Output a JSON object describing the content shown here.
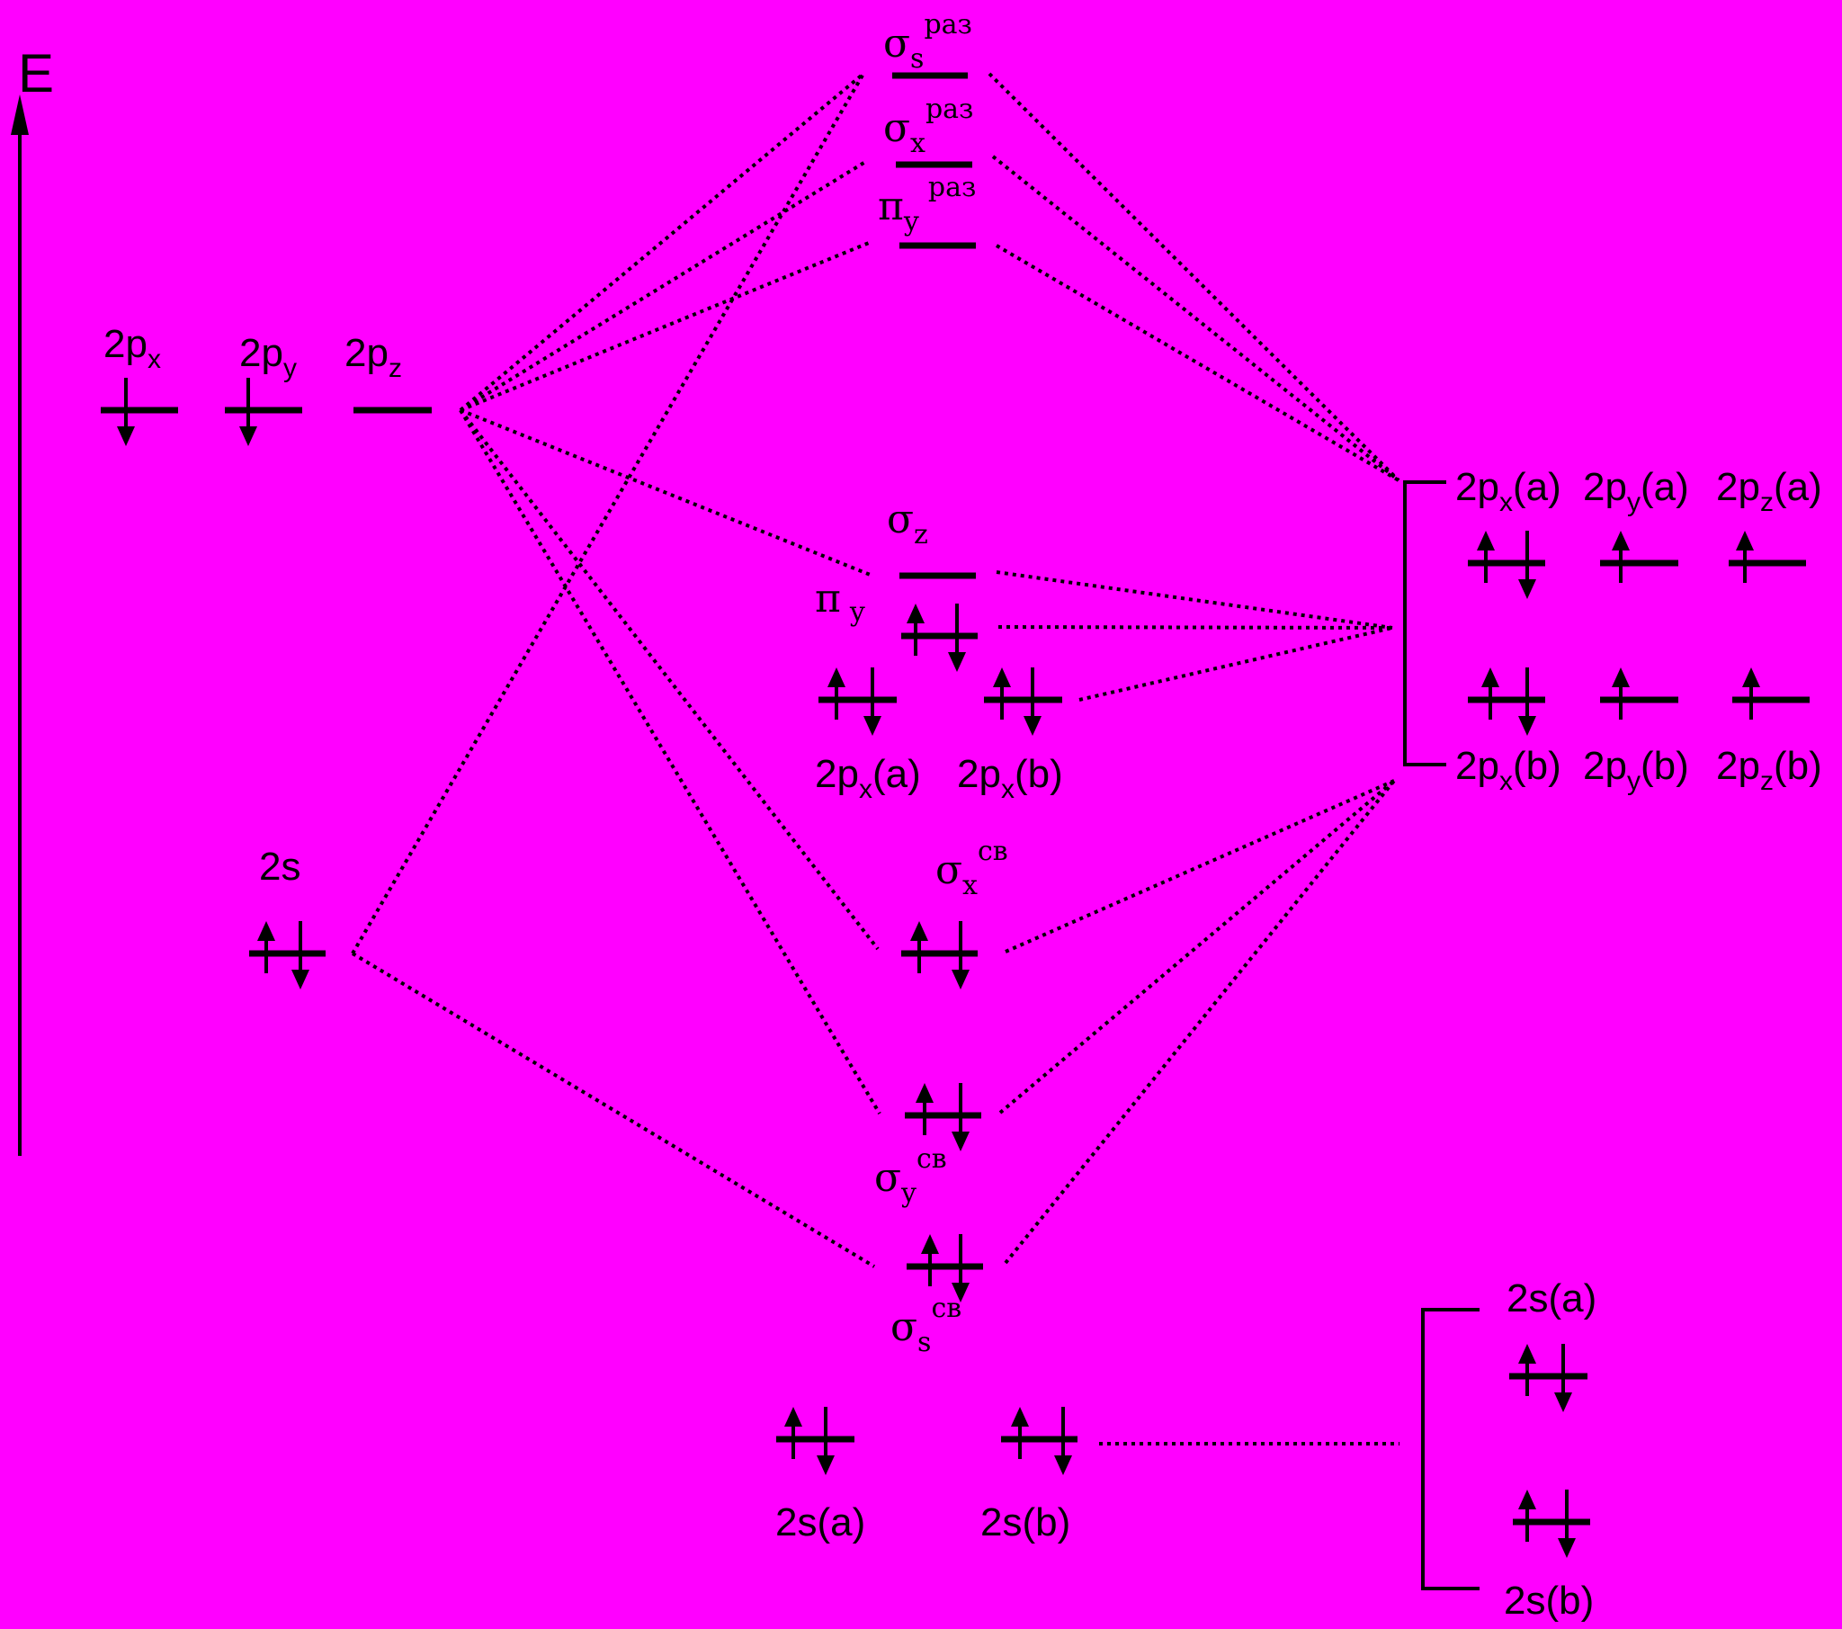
{
  "axis": {
    "energy_label": "E"
  },
  "atom_a": {
    "p_labels": [
      "2p",
      "2p",
      "2p"
    ],
    "p_subs": [
      "x",
      "y",
      "z"
    ],
    "s_label": "2s"
  },
  "mo_labels": {
    "sigma": "σ",
    "pi": "π",
    "s_star_sub": "s",
    "s_star_sup": "раз",
    "x_star_sub": "x",
    "x_star_sup": "раз",
    "y_star_sub": "y",
    "y_star_sup": "раз",
    "z_sub": "z",
    "pi_y_sub": "y",
    "x_bond_sub": "x",
    "x_bond_sup": "св",
    "y_bond_sub": "y",
    "y_bond_sup": "св",
    "s_bond_sub": "s",
    "s_bond_sup": "св"
  },
  "middle_labels": {
    "p_a_main": "2p",
    "p_a_sub": "x",
    "p_a_tail": "(a)",
    "p_b_main": "2p",
    "p_b_sub": "x",
    "p_b_tail": "(b)",
    "s_a": "2s(a)",
    "s_b": "2s(b)"
  },
  "right_labels": {
    "top": [
      {
        "main": "2p",
        "sub": "x",
        "tail": "(a)"
      },
      {
        "main": "2p",
        "sub": "y",
        "tail": "(a)"
      },
      {
        "main": "2p",
        "sub": "z",
        "tail": "(a)"
      }
    ],
    "bottom": [
      {
        "main": "2p",
        "sub": "x",
        "tail": "(b)"
      },
      {
        "main": "2p",
        "sub": "y",
        "tail": "(b)"
      },
      {
        "main": "2p",
        "sub": "z",
        "tail": "(b)"
      }
    ],
    "s_a": "2s(a)",
    "s_b": "2s(b)"
  }
}
